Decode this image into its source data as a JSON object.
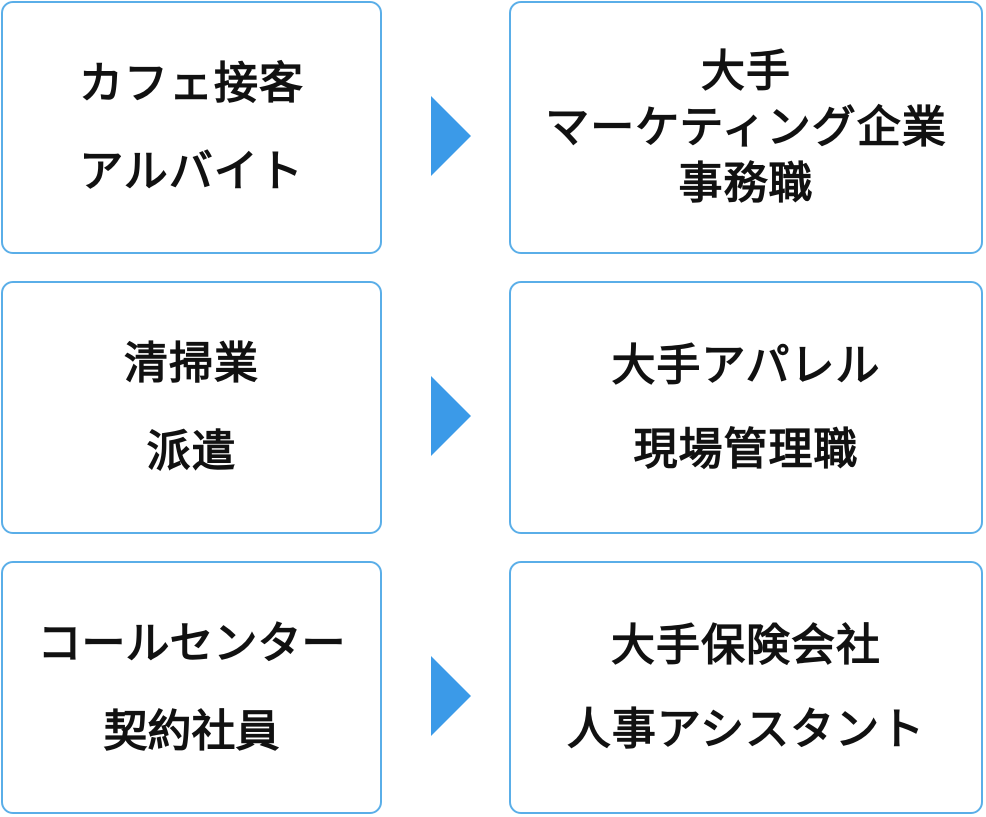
{
  "rows": [
    {
      "before": [
        "カフェ接客",
        "アルバイト"
      ],
      "after": [
        "大手",
        "マーケティング企業",
        "事務職"
      ]
    },
    {
      "before": [
        "清掃業",
        "派遣"
      ],
      "after": [
        "大手アパレル",
        "現場管理職"
      ]
    },
    {
      "before": [
        "コールセンター",
        "契約社員"
      ],
      "after": [
        "大手保険会社",
        "人事アシスタント"
      ]
    }
  ],
  "colors": {
    "box_border": "#5aaee8",
    "arrow": "#3b9ae8",
    "text": "#111111"
  },
  "icons": {
    "arrow": "triangle-right"
  }
}
